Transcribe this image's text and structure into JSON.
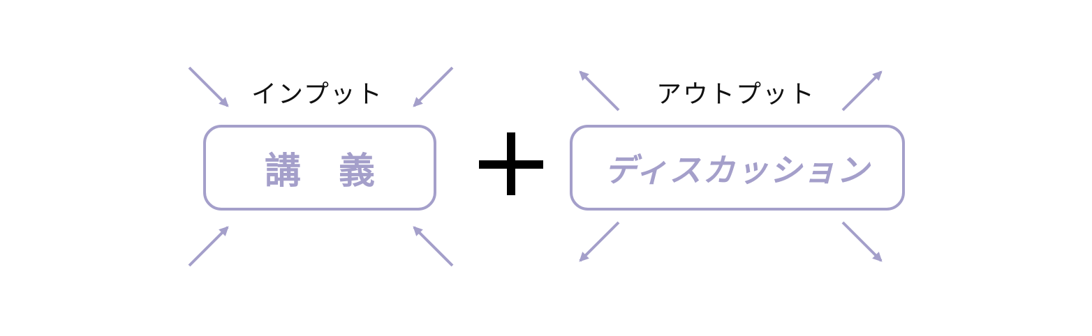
{
  "diagram": {
    "input_label": "インプット",
    "output_label": "アウトプット",
    "lecture_box": "講 義",
    "discussion_box": "ディスカッション",
    "operator_icon": "plus-icon",
    "arrow_color": "#a49fca",
    "box_border_color": "#a49fca",
    "input_arrows_direction": "inward",
    "output_arrows_direction": "outward"
  }
}
